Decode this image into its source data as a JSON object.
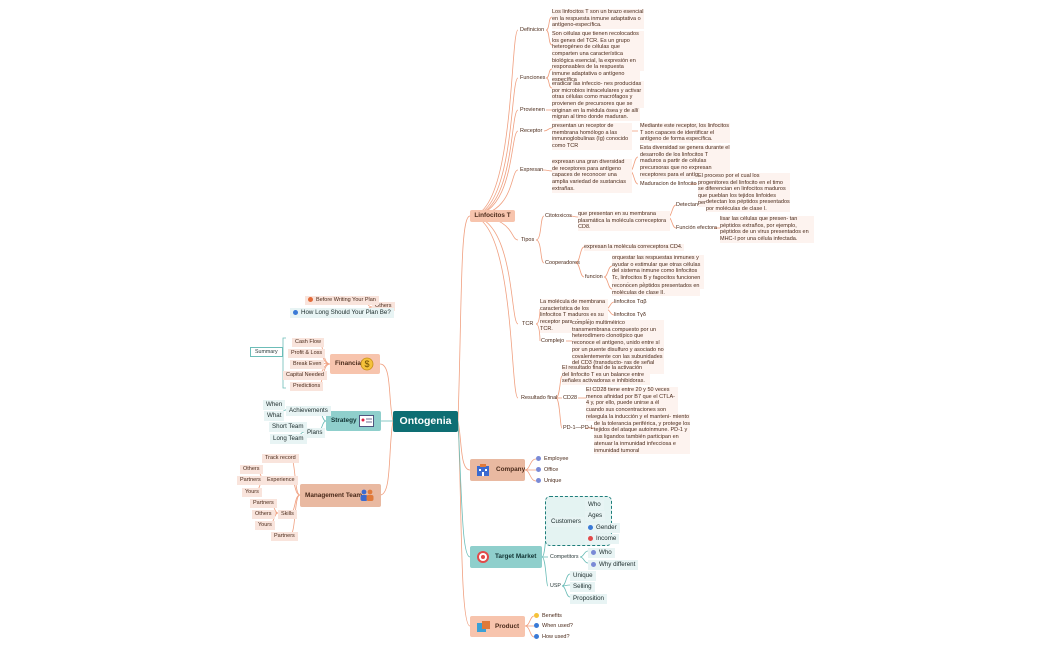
{
  "center": "Ontogenia",
  "linfocitos": {
    "title": "Linfocitos T",
    "definicion": "Definicion",
    "def_text1": "Los linfocitos T son un brazo esencial en la respuesta inmune adaptativa o antígeno-específica.",
    "def_text2": "Son células que tienen recolocados los genes del TCR. Es un grupo heterogéneo de células que comparten una característica biológica esencial, la expresión en membrana plasmática del TCR.",
    "funciones": "Funciones",
    "fun_text1": "responsables de la respuesta inmune adaptativa o antígeno específica",
    "fun_text2": "eradicar las infeccio- nes producidas por microbios intracelulares y activar otras células como macrófagos y linfocitos B.",
    "provienen": "Provienen",
    "prov_text": "provienen de precursores que se originan en la médula ósea y de allí migran al timo donde maduran.",
    "receptor": "Receptor",
    "rec_text1": "presentan un receptor de membrana homólogo a las inmunoglobulinas (Ig) conocido como TCR",
    "rec_text2": "Mediante este receptor, los linfocitos T son capaces de identificar el antígeno de forma específica.",
    "expresan": "Expresan",
    "exp_text1": "expresan una gran diversidad de receptores para antígeno capaces de reconocer una amplia variedad de sustancias extrañas.",
    "exp_text2": "Esta diversidad se genera durante el desarrollo de los linfocitos T maduros a partir de células precursoras que no expresan receptores para el antígeno.",
    "maduracion": "Maduracion de linfocito",
    "mad_text": "El proceso por el cual los progenitores del linfocito en el timo se diferencian en linfocitos maduros que pueblan los tejidos linfoides periféricos",
    "tipos": "Tipos",
    "citotoxicos": "Citotoxicos",
    "cito_text": "que presentan en su membrana plasmática la molécula correceptora CD8.",
    "detectan": "Detectan",
    "det_text": "detectan los péptidos presentados por moléculas de clase I.",
    "funcion_efectora": "Función efectora",
    "fe_text": "lisar las células que presen- tan péptidos extraños, por ejemplo, péptidos de un virus presentados en MHC-I por una célula infectada.",
    "cooperadores": "Cooperadores",
    "coop_text": "expresan la molécula correceptora CD4.",
    "funcion": "funcion",
    "func_text1": "orquestar las respuestas inmunes y ayudar o estimular que otras células del sistema inmune como linfocitos Tc, linfocitos B y fagocitos funcionen correctamente.",
    "func_text2": "reconocen péptidos presentados en moléculas de clase II.",
    "tcr": "TCR",
    "tcr_text": "La molécula de membrana característica de los linfocitos T maduros es su receptor para el antígeno o TCR.",
    "tcr_ab": "linfocitos Tαβ",
    "tcr_gd": "linfocitos Tγδ",
    "complejo": "Complejo",
    "comp_text": "complejo multiméirico transmembrana compuesto por un heterodímero clonotípico que reconoce el antígeno, unido entre sí por un puente disulfuro y asociado no covalentemente con las subunidades del CD3 (transducto- ras de señal CD3εγ, CD3εδ y CD3ζζ).",
    "resultado": "Resultado final",
    "res_text": "El resultado final de la activación del linfocito T es un balance entre señales activadoras e inhibidoras.",
    "cd28": "CD28",
    "cd28_text": "El CD28 tiene entre 20 y 50 veces menos afinidad por B7 que el CTLA-4 y, por ello, puede unirse a él cuando sus concentraciones son relativamente altas.",
    "pd1": "PD-1—PD-L",
    "pd1_text": "egula la inducción y el manteni- miento de la tolerancia periférica, y protege los tejidos del ataque autoinmune. PD-1 y sus ligandos también participan en atenuar la inmunidad infecciosa e inmunidad tumoral"
  },
  "others": {
    "label": "Others",
    "item1": "Before Writing Your Plan",
    "item2": "How Long Should Your Plan Be?"
  },
  "financial": {
    "title": "Financial",
    "items": [
      "Cash Flow",
      "Profit & Loss",
      "Break Even",
      "Capital Needed",
      "Predictions"
    ],
    "summary": "Summary"
  },
  "strategy": {
    "title": "Strategy",
    "achievements": "Achievements",
    "when": "When",
    "what": "What",
    "plans": "Plans",
    "short_team": "Short Team",
    "long_team": "Long Team"
  },
  "management": {
    "title": "Management Team",
    "track_record": "Track record",
    "experience": "Experience",
    "exp_items": [
      "Others",
      "Partners",
      "Yours"
    ],
    "skills": "Skills",
    "skill_items": [
      "Partners",
      "Others",
      "Yours"
    ],
    "partners": "Partners"
  },
  "company": {
    "title": "Company",
    "items": [
      "Employee",
      "Office",
      "Unique"
    ]
  },
  "target": {
    "title": "Target Market",
    "customers": "Customers",
    "cust_items": [
      "Who",
      "Ages",
      "Gender",
      "Income"
    ],
    "competitors": "Competitors",
    "comp_items": [
      "Who",
      "Why different"
    ],
    "usp": "USP",
    "usp_items": [
      "Unique",
      "Selling",
      "Proposition"
    ]
  },
  "product": {
    "title": "Product",
    "items": [
      "Benefits",
      "When used?",
      "How used?"
    ]
  },
  "colors": {
    "center": "#0e6e73",
    "peach_branch": "#f7c4ad",
    "teal_branch": "#8fcfcc",
    "tan_branch": "#e9b9a1",
    "link_orange": "#f0a080",
    "link_teal": "#6cbdb8"
  }
}
